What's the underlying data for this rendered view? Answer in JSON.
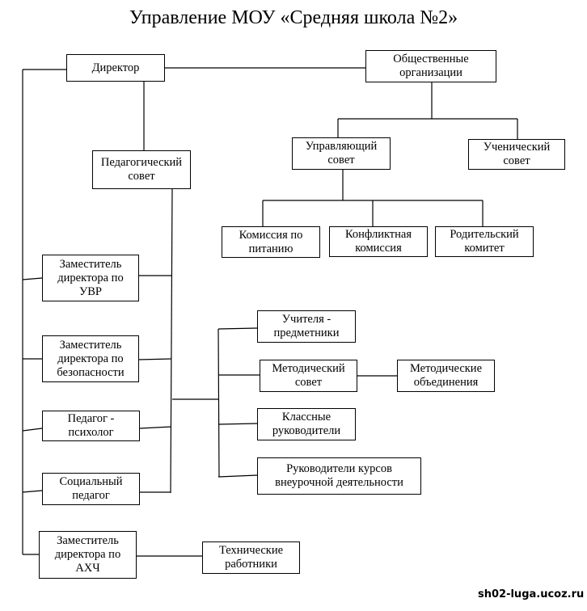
{
  "title": "Управление МОУ «Средняя школа №2»",
  "nodes": {
    "director": "Директор",
    "public_orgs": "Общественные\nорганизации",
    "ped_council": "Педагогический\nсовет",
    "governing_council": "Управляющий\nсовет",
    "student_council": "Ученический\nсовет",
    "food_commission": "Комиссия по\nпитанию",
    "conflict_commission": "Конфликтная\nкомиссия",
    "parent_committee": "Родительский\nкомитет",
    "deputy_uvr": "Заместитель\nдиректора по\nУВР",
    "deputy_security": "Заместитель\nдиректора по\nбезопасности",
    "psychologist": "Педагог -\nпсихолог",
    "social_teacher": "Социальный\nпедагог",
    "deputy_ahch": "Заместитель\nдиректора по\nАХЧ",
    "subject_teachers": "Учителя -\nпредметники",
    "methodical_council": "Методический\nсовет",
    "methodical_unions": "Методические\nобъединения",
    "class_teachers": "Классные\nруководители",
    "extracurricular_leaders": "Руководители курсов\nвнеурочной деятельности",
    "technical_staff": "Технические\nработники"
  },
  "watermark": "sh02-luga.ucoz.ru"
}
